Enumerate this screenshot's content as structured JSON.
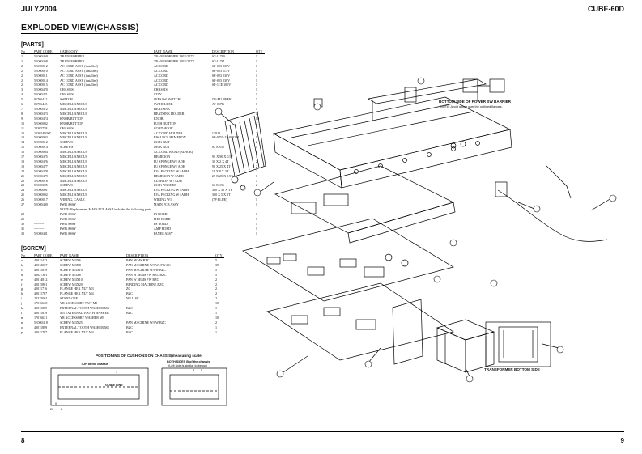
{
  "header": {
    "left": "JULY.2004",
    "right": "CUBE-60D"
  },
  "title": "EXPLODED VIEW(CHASSIS)",
  "parts": {
    "label": "[PARTS]",
    "columns": [
      "No",
      "PART CODE",
      "CATEGORY",
      "PART NAME",
      "DESCRIPTION",
      "QTY"
    ],
    "rows": [
      [
        "1",
        "5E000469",
        "TRANSFORMER",
        "TRANSFORMER 230V/117V",
        "ST-11780",
        "1"
      ],
      [
        "1",
        "5E000468",
        "TRANSFORMER",
        "TRANSFORMER 100V/117V",
        "ST-11781",
        "1"
      ],
      [
        "2",
        "5E000012",
        "AC CORD ASSY (installed)",
        "AC CORD",
        "SP-023 230V",
        "1"
      ],
      [
        "2",
        "5E000010",
        "AC CORD ASSY (installed)",
        "AC CORD",
        "SP-023 117V",
        "1"
      ],
      [
        "2",
        "5E000011",
        "AC CORD ASSY (installed)",
        "AC CORD",
        "SP-023 230V",
        "1"
      ],
      [
        "2",
        "5E000014",
        "AC CORD ASSY (installed)",
        "AC CORD",
        "SP-023 230V",
        "1"
      ],
      [
        "2",
        "5E000015",
        "AC CORD ASSY (installed)",
        "AC CORD",
        "SP-1CE 100V",
        "1"
      ],
      [
        "3",
        "5E000470",
        "CHASSIS",
        "CHASSIS",
        "",
        "1"
      ],
      [
        "4",
        "5E000471",
        "CHASSIS",
        "STAY",
        "",
        "1"
      ],
      [
        "5",
        "01766412",
        "SWITCH",
        "SEESAW SWITCH",
        "JW-M1 BEEK",
        "1"
      ],
      [
        "6",
        "01766445",
        "MISCELLANEOUS",
        "SW HOLDER",
        "AT-017K",
        "1"
      ],
      [
        "7",
        "5E000472",
        "MISCELLANEOUS",
        "HEATSINK",
        "",
        "1"
      ],
      [
        "8",
        "5E000473",
        "MISCELLANEOUS",
        "HEATSINK HOLDER",
        "",
        "1"
      ],
      [
        "9",
        "5E000474",
        "KNOB/BUTTON",
        "KNOB",
        "",
        "10"
      ],
      [
        "10",
        "5E000002",
        "KNOB/BUTTON",
        "PUSH BUTTON",
        "",
        "2"
      ],
      [
        "11",
        "22365758",
        "CHASSIS",
        "CORD HOOK",
        "",
        "1"
      ],
      [
        "12",
        "12365480ST",
        "MISCELLANEOUS",
        "AC CORD HOLDER",
        "17029",
        "2"
      ],
      [
        "13",
        "5E000003",
        "MISCELLANEOUS",
        "BW-LNGS HEMERON",
        "SP-0755-12-000284",
        "1"
      ],
      [
        "14",
        "5E000012",
        "SCREWS",
        "JACK NUT",
        "",
        "2"
      ],
      [
        "15",
        "5E000014",
        "SCREWS",
        "JACK NUT",
        "S2 EN35",
        "1"
      ],
      [
        "16",
        "5E000004",
        "MISCELLANEOUS",
        "AC CORD BAND (BLACK)",
        "",
        "1"
      ],
      [
        "17",
        "5E000475",
        "MISCELLANEOUS",
        "HEMERON",
        "9S X 90 X 0.5T",
        "1"
      ],
      [
        "18",
        "5E000476",
        "MISCELLANEOUS",
        "PU SPONGE W / ADH",
        "30 X 2 X 4T",
        "2"
      ],
      [
        "19",
        "5E000477",
        "MISCELLANEOUS",
        "PU SPONGE W / ADH",
        "90 X 25 X 4T",
        "2"
      ],
      [
        "20",
        "5E000478",
        "MISCELLANEOUS",
        "EVA PACKING W / ADH",
        "11 X 8 X 3T",
        "2"
      ],
      [
        "21",
        "5E000479",
        "MISCELLANEOUS",
        "HEMERON W / ADH",
        "25 X 25 X 0.5T",
        "1"
      ],
      [
        "22",
        "5E000016",
        "MISCELLANEOUS",
        "CUSHION W / ADH",
        "",
        "4"
      ],
      [
        "23",
        "5E000005",
        "SCREWS",
        "JACK WASHER",
        "S2 EN35",
        "2"
      ],
      [
        "24",
        "5E000001",
        "MISCELLANEOUS",
        "EVA PACKING W / ADH",
        "300 X 30 X 1T",
        "2"
      ],
      [
        "25",
        "5E000002",
        "MISCELLANEOUS",
        "EVA PACKING W / ADH",
        "300 X 5 X 1T",
        "2"
      ],
      [
        "26",
        "5E000017",
        "WIRING, CABLE",
        "WIRING W1",
        "(7P BLUE)",
        "1"
      ],
      [
        "27",
        "5E000480",
        "PWB ASSY",
        "MAIN PCB ASSY",
        "",
        "1"
      ],
      [
        "",
        "",
        "NOTE: Replacement MAIN PCB ASSY includes the following parts.",
        "",
        "",
        ""
      ],
      [
        "28",
        "---------",
        "PWB ASSY",
        "IN BORD",
        "",
        "1"
      ],
      [
        "29",
        "---------",
        "PWB ASSY",
        "PHO BORD",
        "",
        "1"
      ],
      [
        "30",
        "---------",
        "PWB ASSY",
        "PS BORD",
        "",
        "1"
      ],
      [
        "31",
        "---------",
        "PWB ASSY",
        "AMP BORD",
        "",
        "1"
      ],
      [
        "",
        "",
        "",
        "",
        "",
        ""
      ],
      [
        "32",
        "5E000481",
        "PWB ASSY",
        "PANEL ASSY",
        "",
        "1"
      ]
    ]
  },
  "screws": {
    "label": "[SCREW]",
    "columns": [
      "No",
      "PART CODE",
      "PART NAME",
      "DESCRIPTION",
      "QTY"
    ],
    "rows": [
      [
        "a",
        "40011423",
        "SCREW M3X6",
        "PAN SEMS BZC",
        "5"
      ],
      [
        "b",
        "40012067",
        "SCREW M3X8",
        "PAN MACHINE W/SW+FW ZC",
        "39"
      ],
      [
        "c",
        "40011879",
        "SCREW M3X10",
        "PAN MACHINE W/SW BZC",
        "5"
      ],
      [
        "d",
        "40027301",
        "SCREW M3X8",
        "PAN W SEMS FW BZC BZC",
        "5"
      ],
      [
        "e",
        "40014812",
        "SCREW M3X10",
        "PAN W SEMS FW BZC",
        "2"
      ],
      [
        "f",
        "40015801",
        "SCREW M3X20",
        "BINDING MACHINE BZC",
        "2"
      ],
      [
        "g",
        "40011716",
        "FLANGE HEX NUT M3",
        "ZC",
        "2"
      ],
      [
        "h",
        "40011767",
        "FLANGE HEX NUT M4",
        "BZC",
        "2"
      ],
      [
        "i",
        "22315001",
        "STAND OFF",
        "M3 11SC",
        "2"
      ],
      [
        "j",
        "17016630",
        "YR ACCESSORY NUT M9",
        "",
        "10"
      ],
      [
        "k",
        "40011889",
        "EXTERNAL TOOTH WASHER M4",
        "BZC",
        "1"
      ],
      [
        "l",
        "40011879",
        "M3 EXTERNAL TOOTH WASHER",
        "BZC",
        "1"
      ],
      [
        "m",
        "17016631",
        "YR ACCESSORY WASHER M9",
        "",
        "10"
      ],
      [
        "n",
        "5E000418",
        "SCREW M3X25",
        "PAN MACHINE W/SW BZC",
        "2"
      ],
      [
        "o",
        "40011889",
        "EXTERNAL TOOTH WASHER M4",
        "BZC",
        "1"
      ],
      [
        "p",
        "40011767",
        "FLANGE HEX NUT M4",
        "BZC",
        "1"
      ]
    ]
  },
  "diagram": {
    "power_sw_label": "BOTTOM SIDE OF POWER SW BARRIER",
    "power_sw_note": "NOTE: Avoid gluing over the outlined flanges.",
    "transformer_label": "TRANSFORMER BOTTOM SIDE",
    "cushions_title": "POSITIONING OF CUSHIONS ON CHASSIS(measuring scale)",
    "top_label": "TOP of the chassis",
    "side_label": "BOTH SIDES B of the chassis",
    "side_sub": "(Left side is similar to below)",
    "guide_line": "GUIDE LINE",
    "dim_20": "20",
    "dim_2": "2",
    "dim_1": "1",
    "dim_3": "3",
    "dim_5": "5",
    "dim_0": "0"
  },
  "footer": {
    "left": "8",
    "right": "9"
  }
}
